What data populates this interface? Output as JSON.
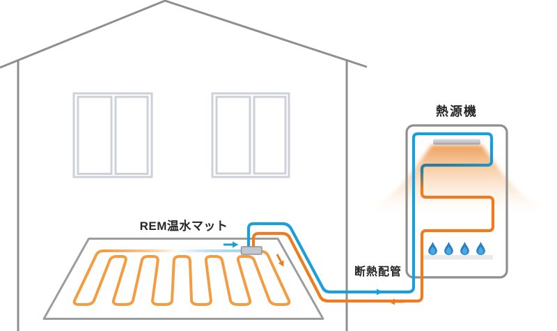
{
  "labels": {
    "heat_source_unit": "熱源機",
    "heating_mat": "REM温水マット",
    "insulated_piping": "断熱配管"
  },
  "colors": {
    "background": "#ffffff",
    "outline": "#8e8e8e",
    "window_frame": "#ccd1d9",
    "mat_border": "#9c9c9c",
    "mat_pipe": "#f49c42",
    "pipe_cold": "#1b9ed9",
    "pipe_hot": "#ee7b1d",
    "pipe_transition": "#2b7d9d",
    "header_fill": "#c3c7cd",
    "header_stroke": "#8f939a",
    "flame_outer": "#2e7ec2",
    "flame_inner": "#46a9e4",
    "burner_bar": "#e9eaec",
    "glow": "#ec8f3f",
    "plate_light": "#dfe0e2",
    "plate_dark": "#95979b",
    "text": "#262626"
  },
  "icons": {
    "flow_return": "right-arrow",
    "flow_supply": "down-arrow",
    "flow_to_heater": "right-arrow",
    "flow_from_heater": "left-arrow",
    "flame_count": 4
  }
}
